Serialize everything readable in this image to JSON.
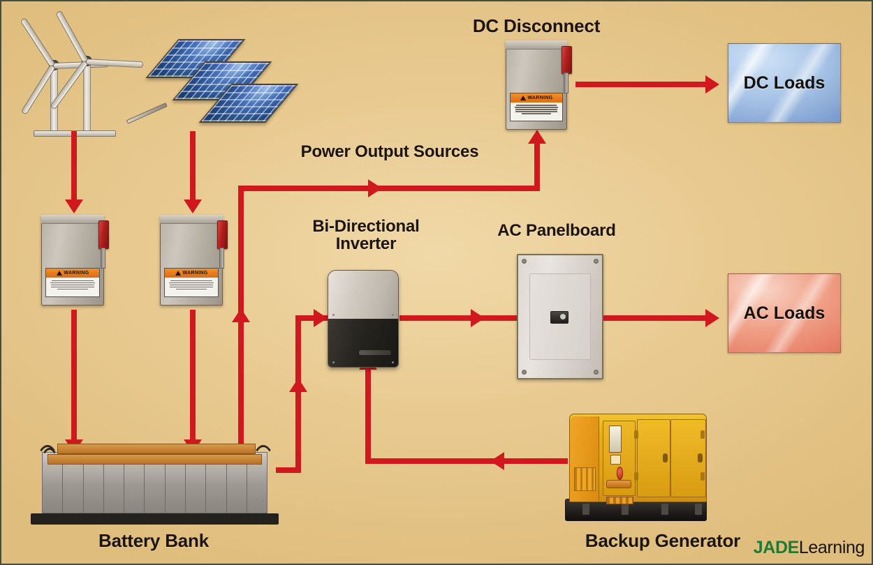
{
  "diagram": {
    "title_labels": {
      "dc_disconnect": "DC Disconnect",
      "power_output_sources": "Power Output Sources",
      "bi_directional_inverter": "Bi-Directional\nInverter",
      "ac_panelboard": "AC Panelboard",
      "battery_bank": "Battery Bank",
      "backup_generator": "Backup Generator"
    },
    "loads": {
      "dc": {
        "label": "DC Loads",
        "color": "#6f93c9"
      },
      "ac": {
        "label": "AC Loads",
        "color": "#e4715a"
      }
    },
    "warning_label": {
      "header": "WARNING",
      "body_lines": 5
    },
    "colors": {
      "background": "#e9cb92",
      "wire": "#d0181e",
      "disconnect_body": "#b9b2a7",
      "disconnect_handle": "#b31e1c",
      "warning_header": "#e07a1c",
      "generator": "#e8ac20",
      "battery_cell": "#9d9892",
      "battery_connector": "#c98a36",
      "inverter_top": "#cfc9c0",
      "inverter_bottom": "#26241f",
      "panel_body": "#ddd8d2",
      "solar_panel": "#28508f",
      "turbine": "#e4e0d6",
      "logo_green": "#1f7a34"
    },
    "components": {
      "wind_turbines": {
        "name": "wind-turbines",
        "count": 2,
        "blades_each": 3
      },
      "solar_array": {
        "name": "solar-array",
        "panels": 3
      },
      "disconnects": {
        "name": "disconnect-switch",
        "count": 3
      },
      "battery_cells": 11,
      "generator_doors": 2
    },
    "flow": [
      {
        "from": "wind-turbines",
        "to": "disconnect-left"
      },
      {
        "from": "solar-array",
        "to": "disconnect-middle"
      },
      {
        "from": "disconnect-left",
        "to": "battery-bank"
      },
      {
        "from": "disconnect-middle",
        "to": "battery-bank"
      },
      {
        "from": "battery-bank",
        "to": "power-output-bus"
      },
      {
        "from": "power-output-bus",
        "to": "dc-disconnect"
      },
      {
        "from": "dc-disconnect",
        "to": "dc-loads"
      },
      {
        "from": "battery-bank",
        "to": "bi-directional-inverter"
      },
      {
        "from": "backup-generator",
        "to": "bi-directional-inverter"
      },
      {
        "from": "bi-directional-inverter",
        "to": "ac-panelboard"
      },
      {
        "from": "ac-panelboard",
        "to": "ac-loads"
      }
    ]
  },
  "logo": {
    "brand": "JADE",
    "suffix": "Learning"
  }
}
